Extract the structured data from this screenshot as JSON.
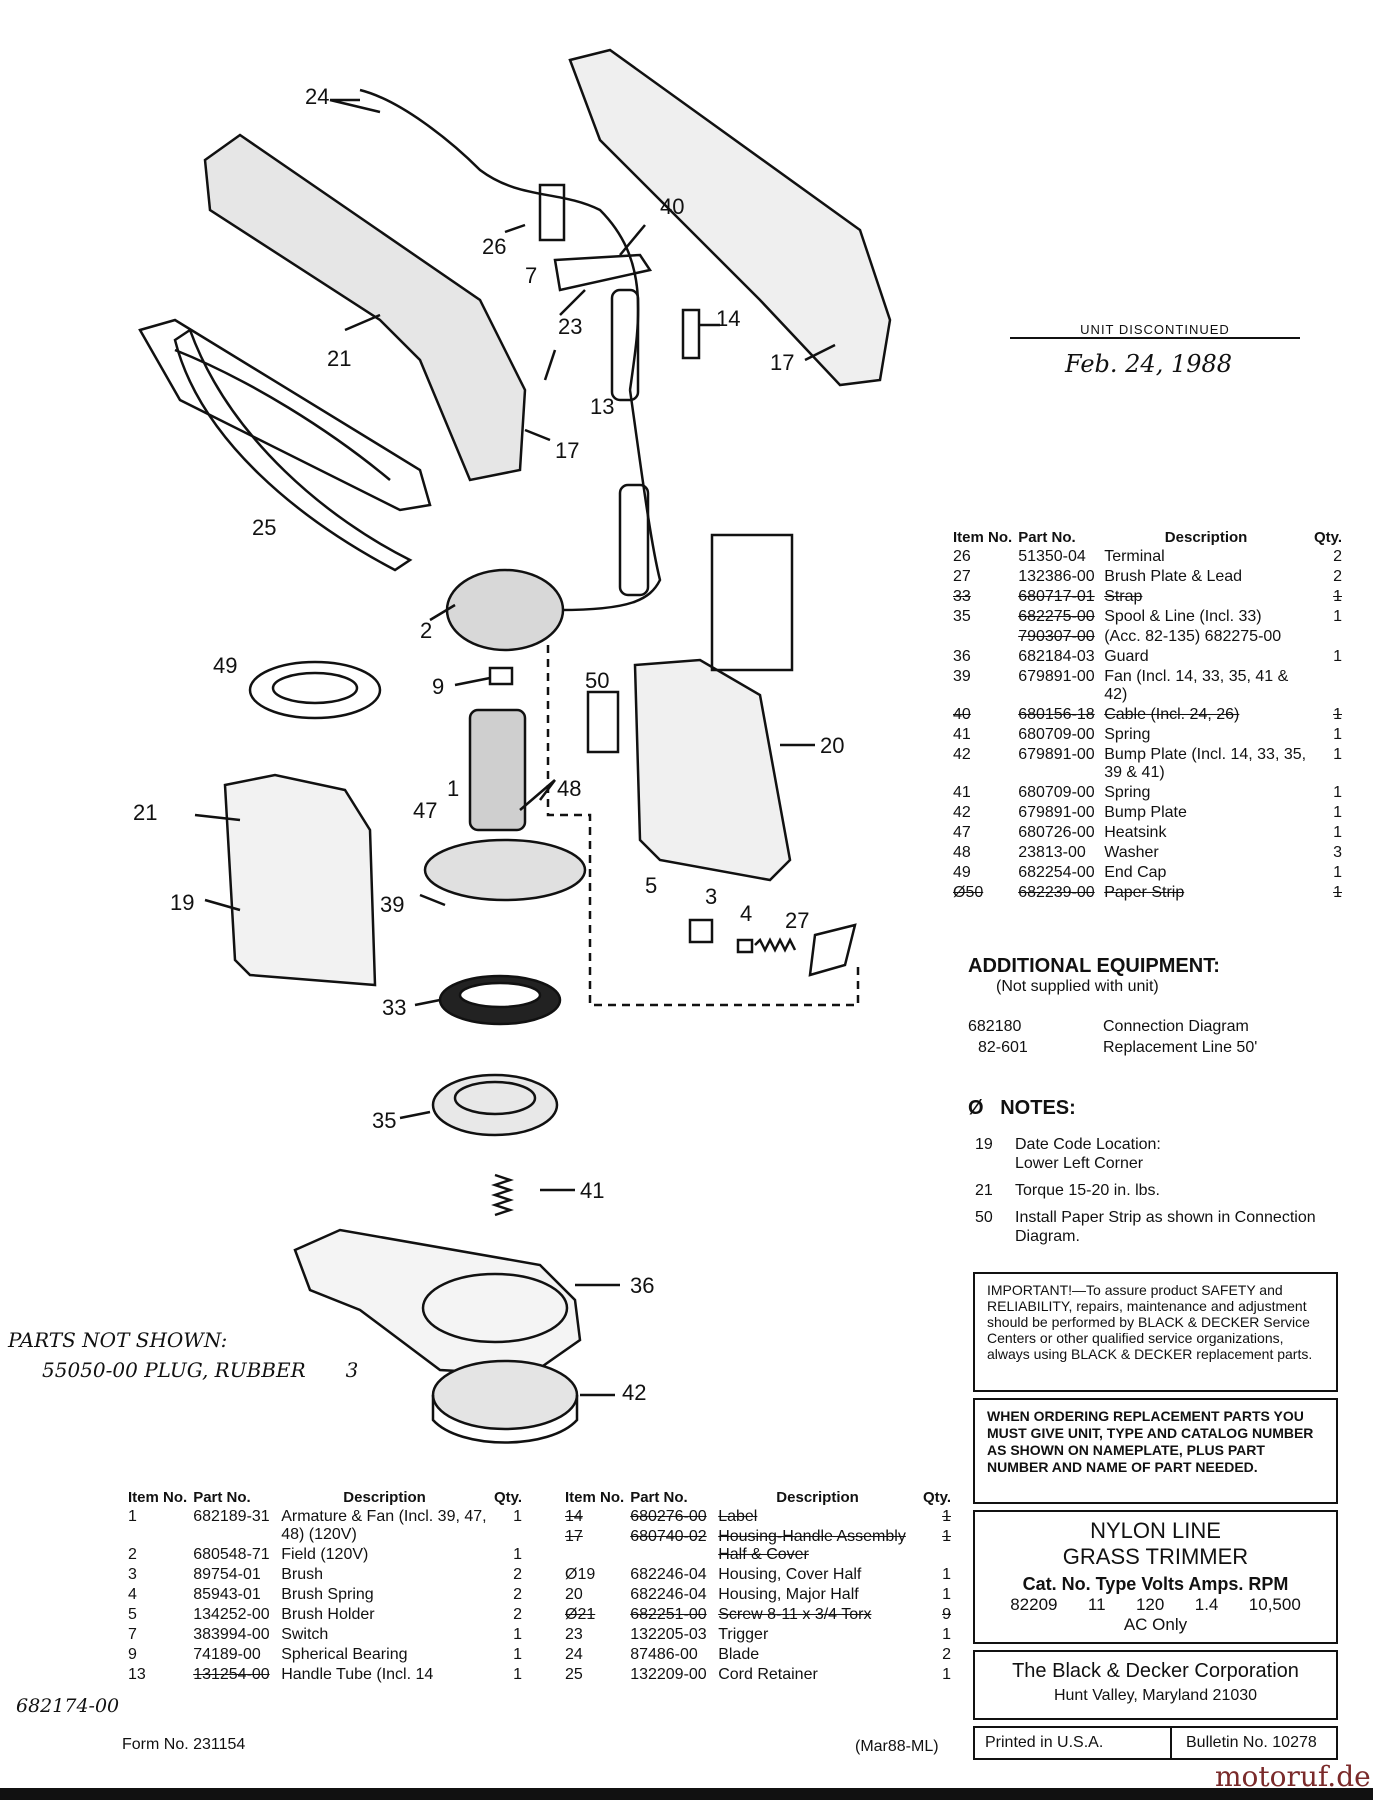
{
  "disc": {
    "label": "UNIT DISCONTINUED",
    "date": "Feb. 24, 1988"
  },
  "callouts": [
    "24",
    "26",
    "7",
    "40",
    "23",
    "14",
    "17",
    "21",
    "13",
    "17",
    "25",
    "2",
    "49",
    "9",
    "50",
    "20",
    "1",
    "48",
    "47",
    "21",
    "39",
    "19",
    "5",
    "3",
    "4",
    "27",
    "33",
    "35",
    "41",
    "36",
    "42"
  ],
  "right_table": {
    "headers": {
      "item": "Item No.",
      "part": "Part No.",
      "desc": "Description",
      "qty": "Qty."
    },
    "rows": [
      {
        "item": "26",
        "part": "51350-04",
        "desc": "Terminal",
        "qty": "2"
      },
      {
        "item": "27",
        "part": "132386-00",
        "desc": "Brush Plate & Lead",
        "qty": "2"
      },
      {
        "item": "33",
        "part": "680717-01",
        "desc": "Strap",
        "qty": "1",
        "strike": true
      },
      {
        "item": "35",
        "part": "682275-00",
        "desc": "Spool & Line (Incl. 33)",
        "qty": "1",
        "strike_part": true
      },
      {
        "item": "",
        "part": "790307-00",
        "desc": "(Acc. 82-135) 682275-00",
        "qty": "",
        "strike_part": true
      },
      {
        "item": "36",
        "part": "682184-03",
        "desc": "Guard",
        "qty": "1"
      },
      {
        "item": "39",
        "part": "679891-00",
        "desc": "Fan (Incl. 14, 33, 35, 41 & 42)",
        "qty": ""
      },
      {
        "item": "40",
        "part": "680156-18",
        "desc": "Cable (Incl. 24, 26)",
        "qty": "1",
        "strike": true
      },
      {
        "item": "41",
        "part": "680709-00",
        "desc": "Spring",
        "qty": "1"
      },
      {
        "item": "42",
        "part": "679891-00",
        "desc": "Bump Plate (Incl. 14, 33, 35, 39 & 41)",
        "qty": "1"
      },
      {
        "item": "41",
        "part": "680709-00",
        "desc": "Spring",
        "qty": "1"
      },
      {
        "item": "42",
        "part": "679891-00",
        "desc": "Bump Plate",
        "qty": "1"
      },
      {
        "item": "47",
        "part": "680726-00",
        "desc": "Heatsink",
        "qty": "1"
      },
      {
        "item": "48",
        "part": "23813-00",
        "desc": "Washer",
        "qty": "3"
      },
      {
        "item": "49",
        "part": "682254-00",
        "desc": "End Cap",
        "qty": "1"
      },
      {
        "item": "Ø50",
        "part": "682239-00",
        "desc": "Paper Strip",
        "qty": "1",
        "strike": true
      }
    ]
  },
  "additional": {
    "title": "ADDITIONAL EQUIPMENT:",
    "subtitle": "(Not supplied with unit)",
    "items": [
      {
        "part": "682180",
        "desc": "Connection Diagram"
      },
      {
        "part": "82-601",
        "desc": "Replacement Line 50'"
      }
    ]
  },
  "notes": {
    "title": "NOTES:",
    "items": [
      {
        "item": "19",
        "text": "Date Code Location: Lower Left Corner"
      },
      {
        "item": "21",
        "text": "Torque 15-20 in. lbs."
      },
      {
        "item": "50",
        "text": "Install Paper Strip as shown in Connection Diagram."
      }
    ]
  },
  "important": "IMPORTANT!—To assure product SAFETY and RELIABILITY, repairs, maintenance and adjustment should be performed by BLACK & DECKER Service Centers or other qualified service organizations, always using BLACK & DECKER replacement parts.",
  "ordering": "WHEN ORDERING REPLACEMENT PARTS YOU MUST GIVE UNIT, TYPE AND CATALOG NUMBER AS SHOWN ON NAMEPLATE, PLUS PART NUMBER AND NAME OF PART NEEDED.",
  "product": {
    "name1": "NYLON LINE",
    "name2": "GRASS TRIMMER",
    "spec_headers": "Cat. No. Type Volts  Amps. RPM",
    "cat": "82209",
    "type": "11",
    "volts": "120",
    "amps": "1.4",
    "rpm": "10,500",
    "ac": "AC Only"
  },
  "company": {
    "name": "The Black & Decker Corporation",
    "city": "Hunt Valley, Maryland 21030"
  },
  "footer": {
    "printed": "Printed in U.S.A.",
    "bulletin": "Bulletin No. 10278",
    "form": "Form No. 231154",
    "date_code": "(Mar88-ML)"
  },
  "not_shown": {
    "title": "PARTS NOT SHOWN:",
    "line": "55050-00 PLUG, RUBBER",
    "qty": "3"
  },
  "left_table": {
    "rows": [
      {
        "item": "1",
        "part": "682189-31",
        "desc": "Armature & Fan (Incl. 39, 47, 48) (120V)",
        "qty": "1"
      },
      {
        "item": "2",
        "part": "680548-71",
        "desc": "Field (120V)",
        "qty": "1"
      },
      {
        "item": "3",
        "part": "89754-01",
        "desc": "Brush",
        "qty": "2"
      },
      {
        "item": "4",
        "part": "85943-01",
        "desc": "Brush Spring",
        "qty": "2"
      },
      {
        "item": "5",
        "part": "134252-00",
        "desc": "Brush Holder",
        "qty": "2"
      },
      {
        "item": "7",
        "part": "383994-00",
        "desc": "Switch",
        "qty": "1"
      },
      {
        "item": "9",
        "part": "74189-00",
        "desc": "Spherical Bearing",
        "qty": "1"
      },
      {
        "item": "13",
        "part": "131254-00",
        "desc": "Handle Tube (Incl. 14",
        "qty": "1",
        "strike_part": true,
        "prefix": "682174-00"
      }
    ]
  },
  "mid_table": {
    "rows": [
      {
        "item": "14",
        "part": "680276-00",
        "desc": "Label",
        "qty": "1",
        "strike": true
      },
      {
        "item": "17",
        "part": "680740-02",
        "desc": "Housing-Handle Assembly Half & Cover",
        "qty": "1",
        "strike": true
      },
      {
        "item": "Ø19",
        "part": "682246-04",
        "desc": "Housing, Cover Half",
        "qty": "1"
      },
      {
        "item": "20",
        "part": "682246-04",
        "desc": "Housing, Major Half",
        "qty": "1"
      },
      {
        "item": "Ø21",
        "part": "682251-00",
        "desc": "Screw 8-11 x 3/4 Torx",
        "qty": "9",
        "strike": true
      },
      {
        "item": "23",
        "part": "132205-03",
        "desc": "Trigger",
        "qty": "1"
      },
      {
        "item": "24",
        "part": "87486-00",
        "desc": "Blade",
        "qty": "2"
      },
      {
        "item": "25",
        "part": "132209-00",
        "desc": "Cord Retainer",
        "qty": "1"
      }
    ]
  },
  "watermark": "motoruf.de"
}
